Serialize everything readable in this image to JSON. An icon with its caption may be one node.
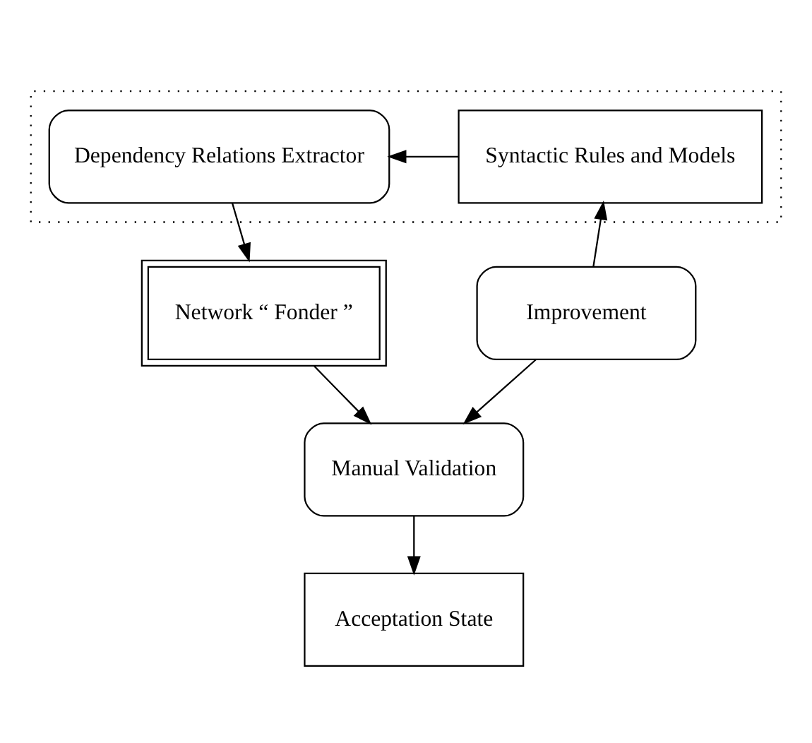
{
  "diagram": {
    "nodes": [
      {
        "text": [],
        "shape": "box"
      },
      {
        "text": [
          "Dependency Relations Extractor"
        ],
        "in": 0
      },
      {
        "text": [
          "Syntactic Rules and Models"
        ],
        "in": 0
      },
      {
        "text": [
          "Network “ Fonder ”"
        ]
      },
      {
        "text": [
          "Improvement"
        ]
      },
      {
        "text": [
          "Manual Validation"
        ]
      },
      {
        "text": [
          "Acceptation State"
        ]
      }
    ],
    "edges": [
      {
        "from": 2,
        "to": 1,
        "arrow": "to"
      },
      {
        "from": 1,
        "to": 3,
        "arrow": "to"
      },
      {
        "from": 4,
        "to": 2,
        "arrow": "to"
      },
      {
        "from": 3,
        "to": 5,
        "arrow": "to"
      },
      {
        "from": 4,
        "to": 5,
        "arrow": "to"
      },
      {
        "from": 5,
        "to": 6,
        "arrow": "to"
      }
    ]
  }
}
